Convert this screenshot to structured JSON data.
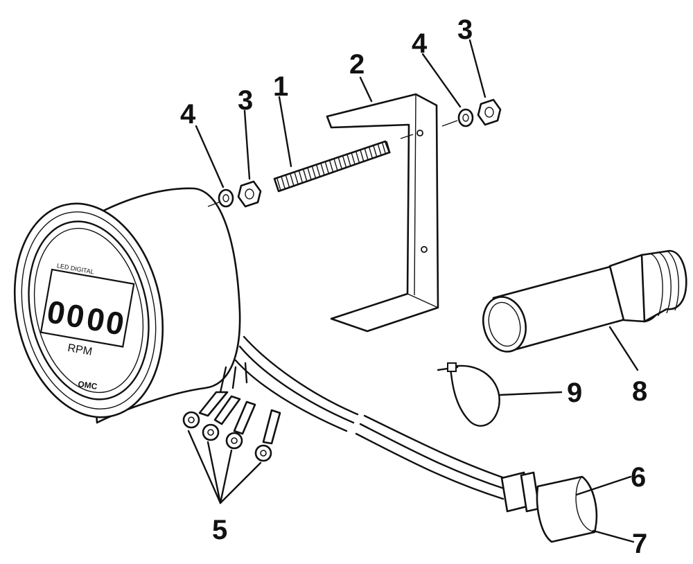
{
  "diagram": {
    "gauge_face": {
      "top_text": "LED DIGITAL",
      "digits": [
        "0",
        "0",
        "0",
        "0"
      ],
      "unit": "RPM",
      "brand": "OMC"
    },
    "callouts": [
      {
        "id": "c1",
        "label": "1"
      },
      {
        "id": "c2",
        "label": "2"
      },
      {
        "id": "c3a",
        "label": "3"
      },
      {
        "id": "c3b",
        "label": "3"
      },
      {
        "id": "c4a",
        "label": "4"
      },
      {
        "id": "c4b",
        "label": "4"
      },
      {
        "id": "c5",
        "label": "5"
      },
      {
        "id": "c6",
        "label": "6"
      },
      {
        "id": "c7",
        "label": "7"
      },
      {
        "id": "c8",
        "label": "8"
      },
      {
        "id": "c9",
        "label": "9"
      }
    ]
  }
}
